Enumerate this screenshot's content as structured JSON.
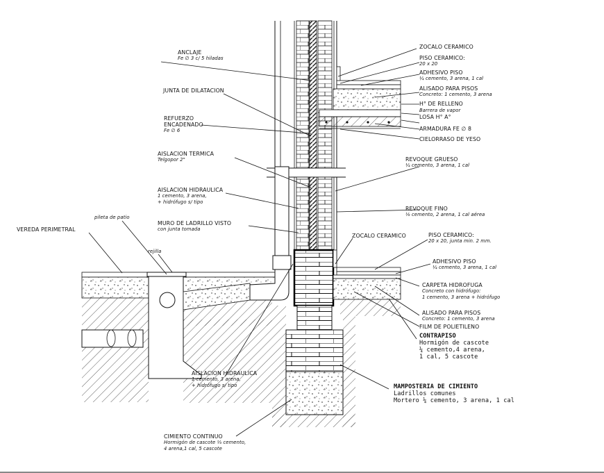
{
  "labels": {
    "anclaje": {
      "title": "ANCLAJE",
      "lines": [
        "Fe ∅ 3 c/ 5 hiladas"
      ]
    },
    "junta": {
      "title": "JUNTA DE DILATACION",
      "lines": []
    },
    "refuerzo": {
      "title": "REFUERZO",
      "lines": [
        "ENCADENADO",
        "Fe ∅ 6"
      ]
    },
    "aislacion_termica": {
      "title": "AISLACION TERMICA",
      "lines": [
        "Telgopor 2\""
      ]
    },
    "aislacion_hidraulica_top": {
      "title": "AISLACION HIDRAULICA",
      "lines": [
        "1 cemento, 3 arena,",
        "+ hidrófugo s/ tipo"
      ]
    },
    "muro": {
      "title": "MURO DE LADRILLO VISTO",
      "lines": [
        "con junta tomada"
      ]
    },
    "pileta": {
      "title": "pileta de patio",
      "lines": []
    },
    "vereda": {
      "title": "VEREDA PERIMETRAL",
      "lines": []
    },
    "rejilla": {
      "title": "rejilla",
      "lines": []
    },
    "aislacion_hidraulica_bottom": {
      "title": "AISLACION HIDRAULICA",
      "lines": [
        "1 cemento, 3 arena,",
        "+ hidrófugo s/ tipo"
      ]
    },
    "cimiento": {
      "title": "CIMIENTO CONTINUO",
      "lines": [
        "Hormigón de cascote ⅓ cemento,",
        "4 arena,1 cal, 5 cascote"
      ]
    },
    "zocalo_top": {
      "title": "ZOCALO CERAMICO",
      "lines": []
    },
    "piso_top": {
      "title": "PISO CERAMICO:",
      "lines": [
        "20 x 20"
      ]
    },
    "adhesivo_top": {
      "title": "ADHESIVO PISO",
      "lines": [
        "¼ cemento, 3 arena, 1 cal"
      ]
    },
    "alisado_top": {
      "title": "ALISADO PARA PISOS",
      "lines": [
        "Concreto: 1 cemento, 3 arena"
      ]
    },
    "relleno": {
      "title": "H° DE RELLENO",
      "lines": []
    },
    "barrera": {
      "title": "Barrera de vapor",
      "lines": []
    },
    "losa": {
      "title": "LOSA H° A°",
      "lines": []
    },
    "armadura": {
      "title": "ARMADURA FE ∅ 8",
      "lines": []
    },
    "cielorraso": {
      "title": "CIELORRASO DE YESO",
      "lines": []
    },
    "revoque_grueso": {
      "title": "REVOQUE GRUESO",
      "lines": [
        "¼ cemento, 3 arena, 1 cal"
      ]
    },
    "revoque_fino": {
      "title": "REVOQUE FINO",
      "lines": [
        "⅛ cemento, 2 arena, 1 cal aérea"
      ]
    },
    "zocalo_bottom": {
      "title": "ZOCALO CERAMICO",
      "lines": []
    },
    "piso_bottom": {
      "title": "PISO CERAMICO:",
      "lines": [
        "20 x 20, junta min. 2 mm."
      ]
    },
    "adhesivo_bottom": {
      "title": "ADHESIVO PISO",
      "lines": [
        "¼ cemento, 3 arena, 1 cal"
      ]
    },
    "carpeta": {
      "title": "CARPETA HIDROFUGA",
      "lines": [
        "Concreto con hidrófugo:",
        "1 cemento, 3 arena + hidrófugo"
      ]
    },
    "alisado_bottom": {
      "title": "ALISADO PARA PISOS",
      "lines": [
        "Concreto: 1 cemento, 3 arena"
      ]
    },
    "film": {
      "title": "FILM DE POLIETILENO",
      "lines": []
    },
    "contrapiso": {
      "title": "CONTRAPISO",
      "lines": [
        "Hormigón de cascote",
        "¼ cemento,4 arena,",
        "1 cal, 5 cascote"
      ]
    },
    "mamposteria": {
      "title": "MAMPOSTERIA DE CIMIENTO",
      "lines": [
        "Ladrillos comunes",
        "Mortero ¼ cemento, 3 arena, 1 cal"
      ]
    }
  },
  "colors": {
    "ink": "#111111",
    "hatch": "#333333",
    "fill": "#ffffff"
  }
}
